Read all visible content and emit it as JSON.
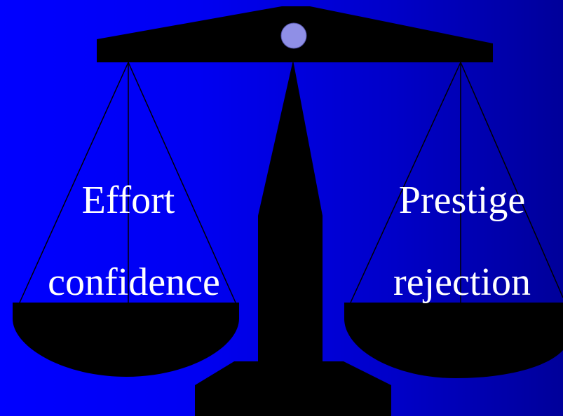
{
  "colors": {
    "background_left": "#0000ff",
    "background_right": "#00009a",
    "scale_fill": "#000000",
    "pivot_knob": "#8f8fe6",
    "label_text": "#ffffff"
  },
  "left_pan": {
    "line1": "Effort",
    "line2": "confidence"
  },
  "right_pan": {
    "line1": "Prestige",
    "line2": "rejection"
  }
}
